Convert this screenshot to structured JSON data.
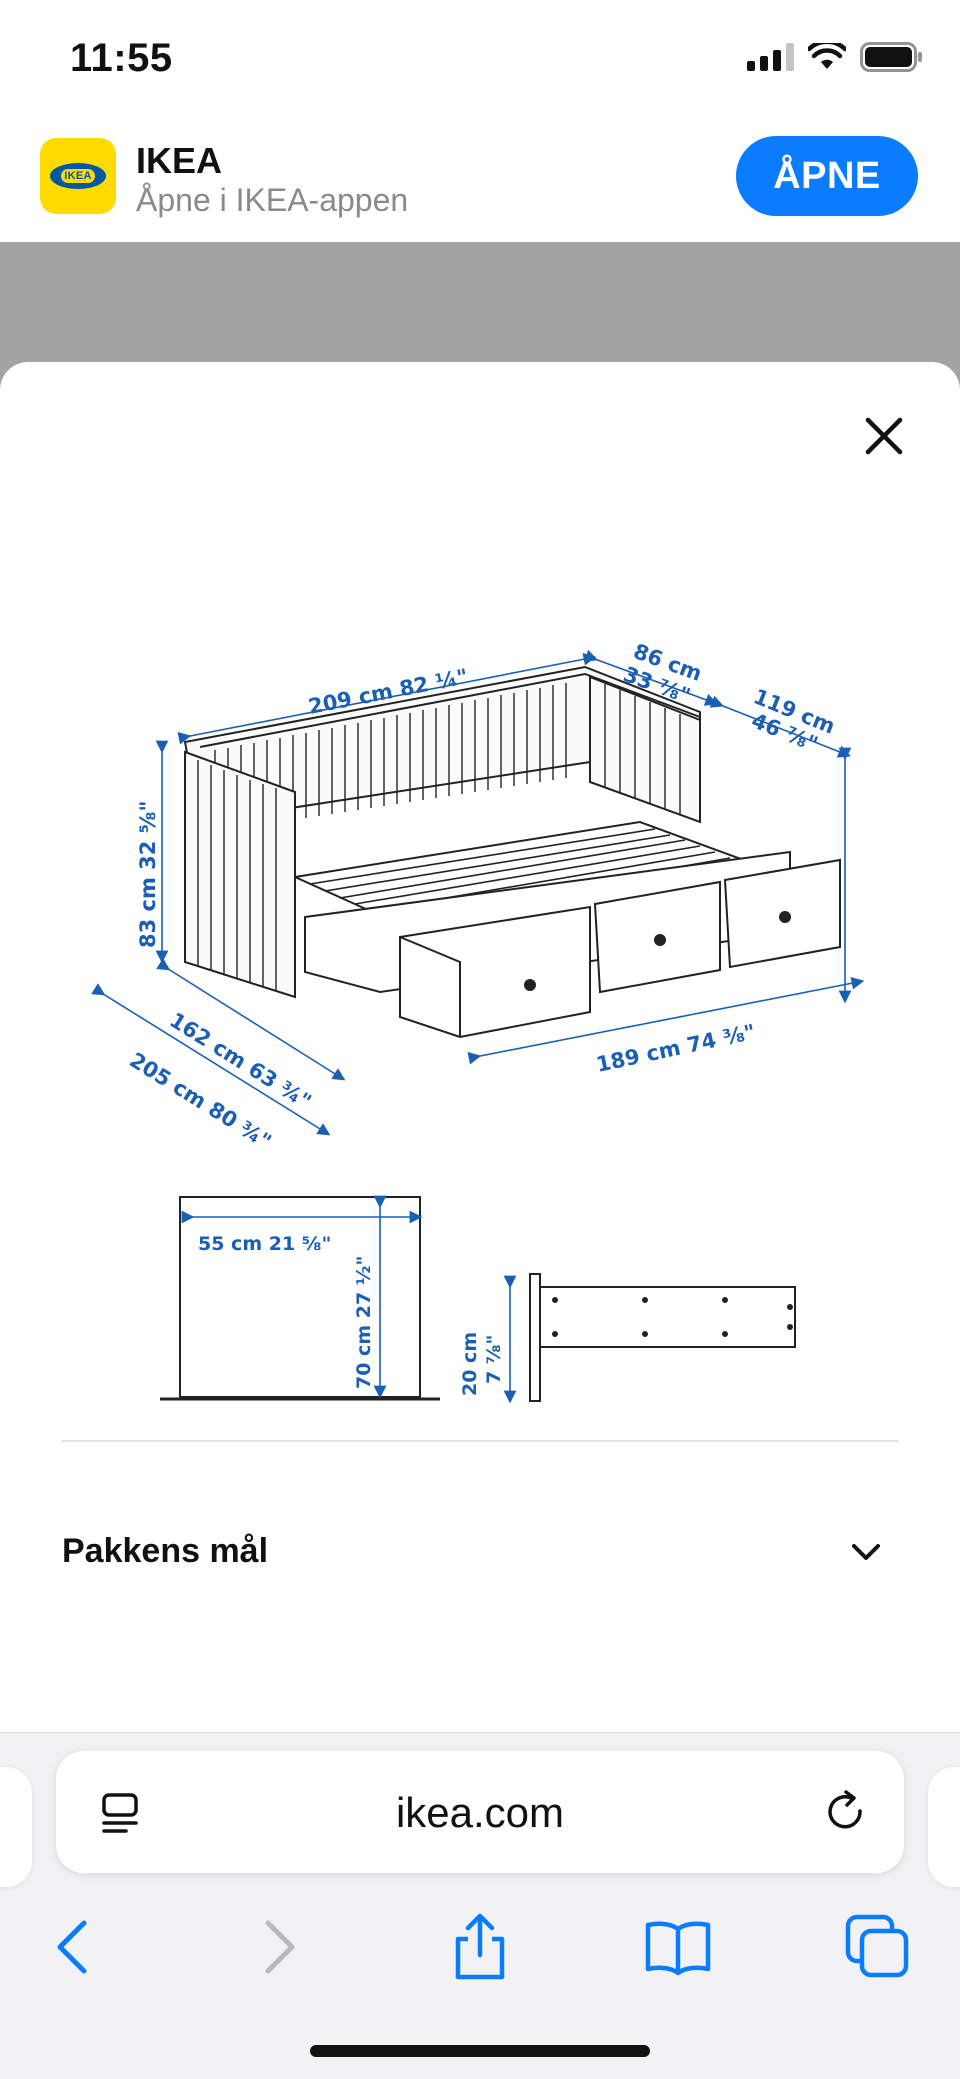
{
  "status_bar": {
    "time": "11:55"
  },
  "banner": {
    "app_name": "IKEA",
    "subtitle": "Åpne i IKEA-appen",
    "open_label": "ÅPNE",
    "logo_text": "IKEA"
  },
  "diagram": {
    "dims": {
      "length": "209 cm 82 ¼\"",
      "back_depth_cm": "86 cm",
      "back_depth_in": "33 ⅞\"",
      "height_back_cm": "119 cm",
      "height_back_in": "46 ⅞\"",
      "height": "83 cm 32 ⅝\"",
      "depth_closed": "162 cm 63 ¾\"",
      "depth_open": "205 cm 80 ¾\"",
      "base_length": "189 cm 74 ⅜\"",
      "inner_width": "55 cm 21 ⅝\"",
      "inner_height": "70 cm 27 ½\"",
      "drawer_height_cm": "20 cm",
      "drawer_height_in": "7 ⅞\""
    }
  },
  "section": {
    "title": "Pakkens mål"
  },
  "browser": {
    "url": "ikea.com"
  },
  "colors": {
    "accent": "#0a7cff",
    "dimension": "#1a5fb4",
    "brand_yellow": "#ffdb00",
    "brand_blue": "#0058a3"
  }
}
